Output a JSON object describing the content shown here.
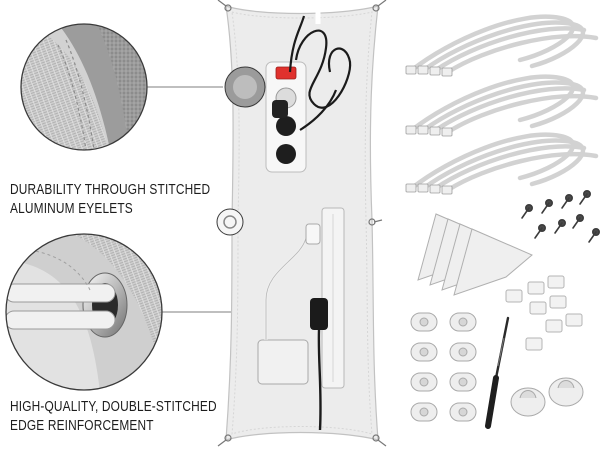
{
  "captions": {
    "top": {
      "line1": "DURABILITY THROUGH STITCHED",
      "line2": "ALUMINUM EYELETS"
    },
    "bottom": {
      "line1": "HIGH-QUALITY, DOUBLE-STITCHED",
      "line2": "EDGE REINFORCEMENT"
    }
  },
  "colors": {
    "fabric": "#ededed",
    "hardware": "#f3f3f3",
    "switch_red": "#e0312d",
    "cable": "#1b1b1b",
    "text": "#1d1d1d"
  },
  "components": {
    "cable_ties": 12,
    "screws": 8,
    "adhesive_mounts": 4,
    "clips": 8,
    "cable_holders": 8,
    "round_holders": 2,
    "drill_bits": 1
  }
}
